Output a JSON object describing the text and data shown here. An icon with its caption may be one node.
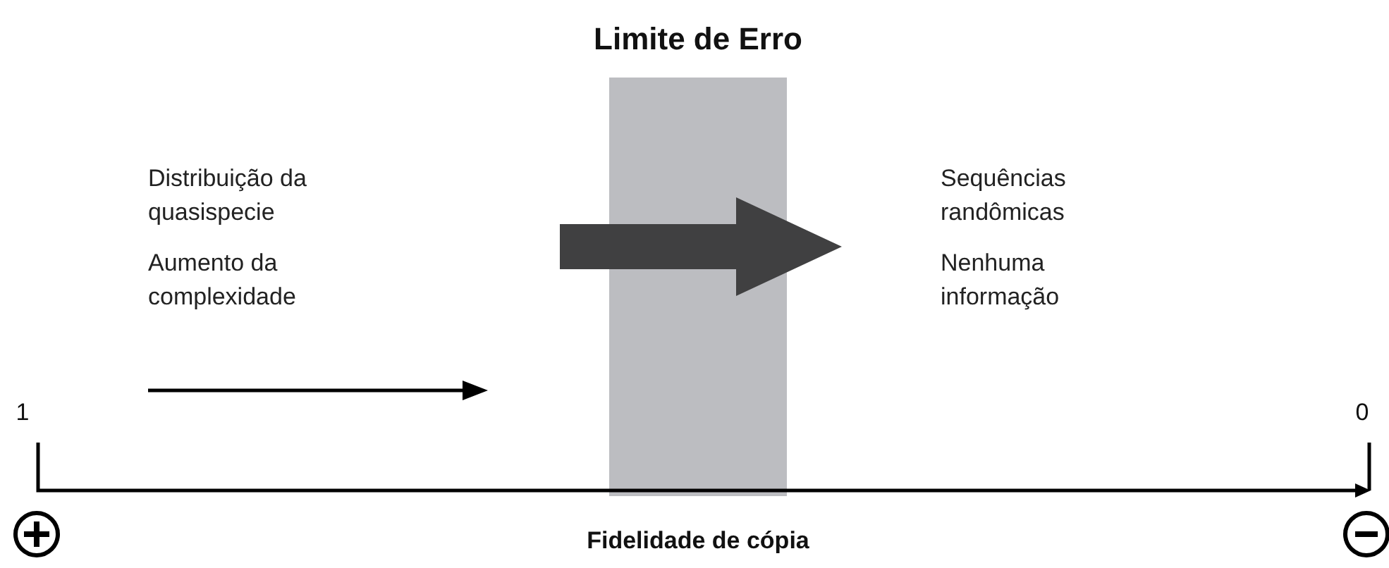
{
  "diagram": {
    "nodes": [
      {
        "text": [
          "Limite de Erro"
        ]
      },
      {
        "text": [
          "Distribuição da quasispecie",
          "Aumento da complexidade"
        ]
      },
      {
        "text": [
          "Sequências randômicas",
          "Nenhuma informação"
        ]
      }
    ],
    "labels": [
      "1",
      "0",
      "Fidelidade de cópia"
    ]
  }
}
